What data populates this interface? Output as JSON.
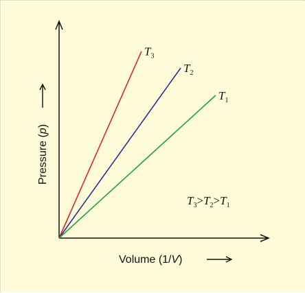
{
  "chart_data": {
    "type": "line",
    "title": "",
    "xlabel": "Volume (1/V)",
    "ylabel": "Pressure (p)",
    "xlabel_parts": {
      "prefix": "Volume (1/",
      "var": "V",
      "suffix": ")"
    },
    "ylabel_parts": {
      "prefix": "Pressure (",
      "var": "p",
      "suffix": ")"
    },
    "xlim": [
      0,
      10
    ],
    "ylim": [
      0,
      10
    ],
    "grid": false,
    "legend": "none",
    "series": [
      {
        "name": "T3",
        "label_main": "T",
        "label_sub": "3",
        "x": [
          0,
          4.0
        ],
        "y": [
          0,
          8.9
        ],
        "color": "#e02525"
      },
      {
        "name": "T2",
        "label_main": "T",
        "label_sub": "2",
        "x": [
          0,
          5.9
        ],
        "y": [
          0,
          8.1
        ],
        "color": "#2c2f8f"
      },
      {
        "name": "T1",
        "label_main": "T",
        "label_sub": "1",
        "x": [
          0,
          7.6
        ],
        "y": [
          0,
          6.8
        ],
        "color": "#1fa33a"
      }
    ],
    "annotation": {
      "parts": [
        {
          "t": "T",
          "sub": "3"
        },
        {
          "op": ">"
        },
        {
          "t": "T",
          "sub": "2"
        },
        {
          "op": ">"
        },
        {
          "t": "T",
          "sub": "1"
        }
      ],
      "x": 6.2,
      "y": 1.6
    }
  },
  "colors": {
    "background": "#fdfbd8",
    "axis": "#111111"
  }
}
